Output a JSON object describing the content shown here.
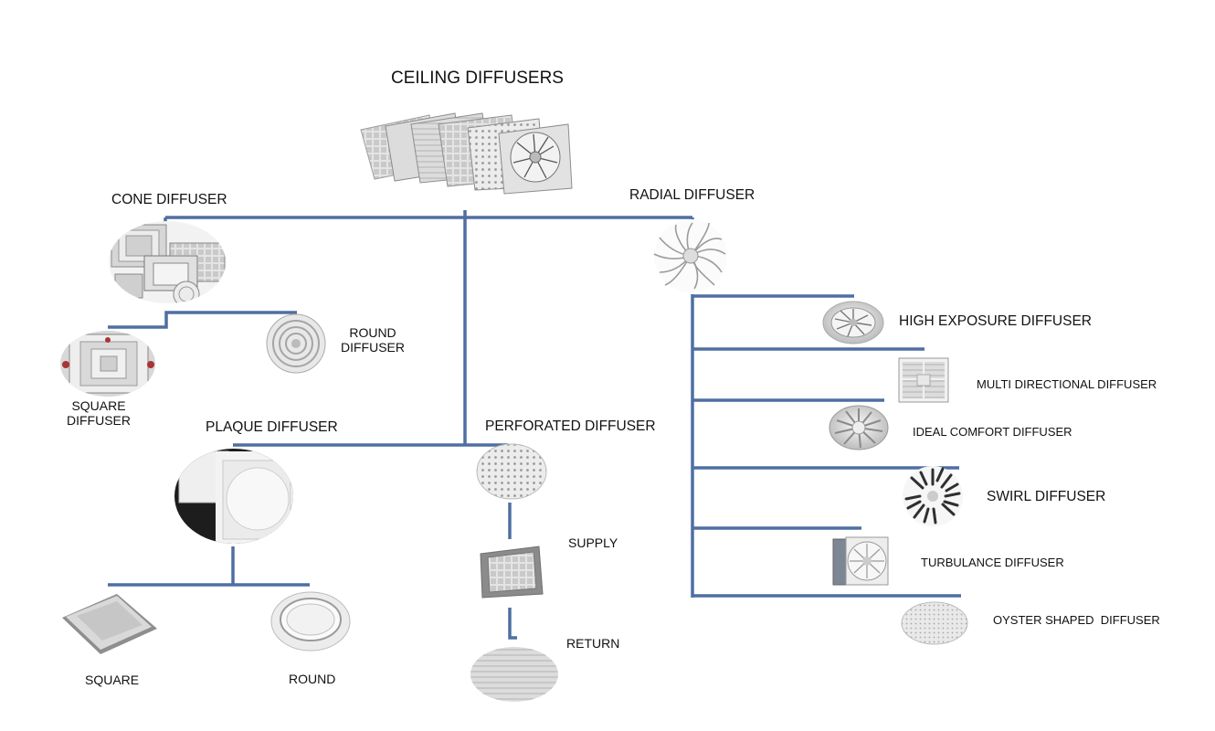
{
  "title": "CEILING DIFFUSERS",
  "colors": {
    "connector": "#4f6fa3",
    "product_light": "#e6e6e6",
    "product_mid": "#bdbdbd",
    "product_dark": "#8a8a8a"
  },
  "categories": {
    "cone": {
      "label": "CONE DIFFUSER",
      "children": [
        {
          "label_lines": [
            "SQUARE",
            "DIFFUSER"
          ]
        },
        {
          "label_lines": [
            "ROUND",
            "DIFFUSER"
          ]
        }
      ]
    },
    "radial": {
      "label": "RADIAL DIFFUSER",
      "children": [
        {
          "label": "HIGH EXPOSURE DIFFUSER"
        },
        {
          "label": "MULTI DIRECTIONAL DIFFUSER"
        },
        {
          "label": "IDEAL COMFORT DIFFUSER"
        },
        {
          "label": "SWIRL DIFFUSER"
        },
        {
          "label": "TURBULANCE DIFFUSER"
        },
        {
          "label": "OYSTER SHAPED  DIFFUSER"
        }
      ]
    },
    "plaque": {
      "label": "PLAQUE DIFFUSER",
      "children": [
        {
          "label": "SQUARE"
        },
        {
          "label": "ROUND"
        }
      ]
    },
    "perforated": {
      "label": "PERFORATED DIFFUSER",
      "children": [
        {
          "label": "SUPPLY"
        },
        {
          "label": "RETURN"
        }
      ]
    }
  }
}
